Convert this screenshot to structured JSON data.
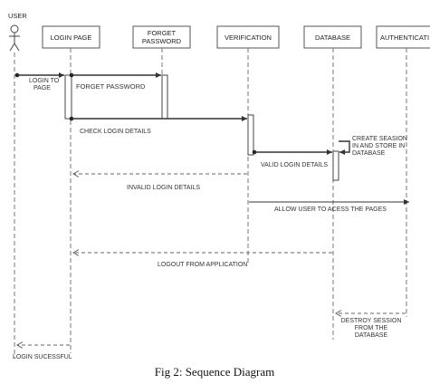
{
  "participants": {
    "user": "USER",
    "login_page": "LOGIN PAGE",
    "forget_password": [
      "FORGET",
      "PASSWORD"
    ],
    "verification": "VERIFICATION",
    "database": "DATABASE",
    "authentication": "AUTHENTICATI"
  },
  "messages": {
    "login_to_page": [
      "LOGIN TO",
      "PAGE"
    ],
    "forget_password": "FORGET PASSWORD",
    "check_login_details": "CHECK LOGIN DETAILS",
    "create_session": [
      "CREATE SEASION",
      "IN AND STORE IN",
      "DATABASE"
    ],
    "valid_login_details": "VALID LOGIN DETAILS",
    "invalid_login_details": "INVALID LOGIN DETAILS",
    "allow_user": "ALLOW USER TO ACESS THE PAGES",
    "logout": "LOGOUT FROM APPLICATION",
    "destroy_session": [
      "DESTROY SESSION",
      "FROM THE",
      "DATABASE"
    ],
    "login_successful": "LOGIN SUCESSFUL"
  },
  "caption": "Fig 2: Sequence Diagram"
}
